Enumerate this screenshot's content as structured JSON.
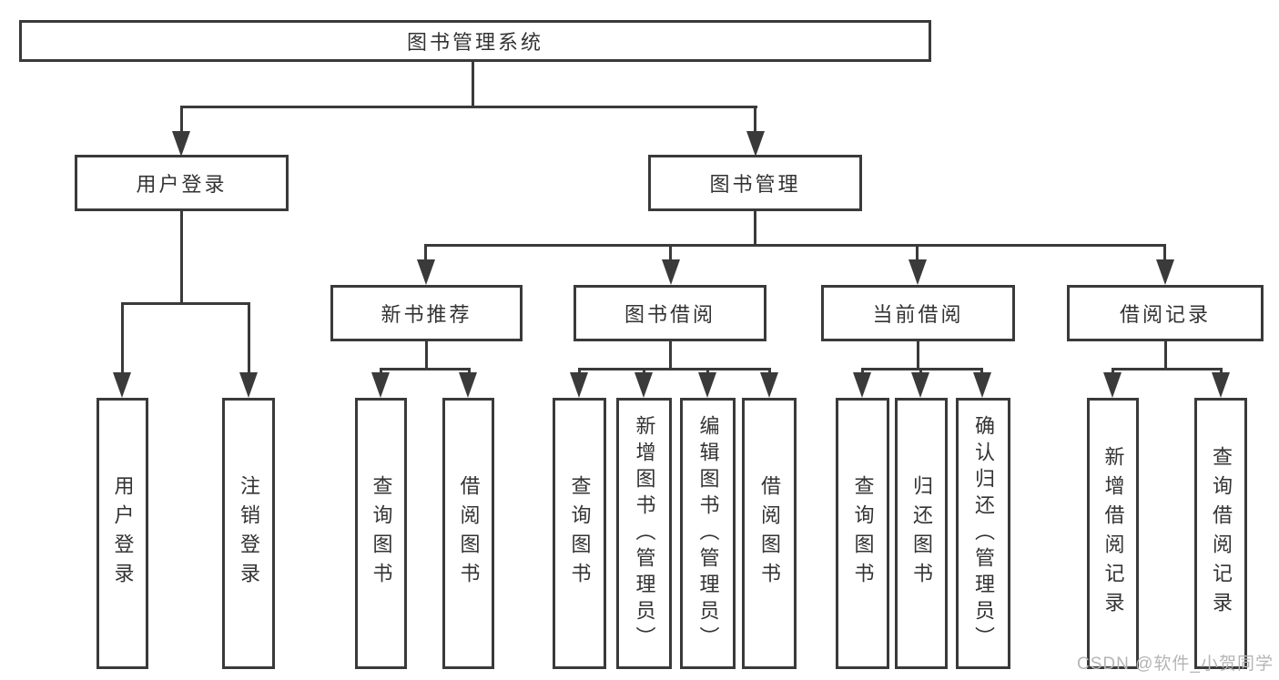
{
  "root": {
    "label": "图书管理系统"
  },
  "level2": [
    {
      "label": "用户登录"
    },
    {
      "label": "图书管理"
    }
  ],
  "level3": [
    {
      "label": "新书推荐",
      "parent": "图书管理"
    },
    {
      "label": "图书借阅",
      "parent": "图书管理"
    },
    {
      "label": "当前借阅",
      "parent": "图书管理"
    },
    {
      "label": "借阅记录",
      "parent": "图书管理"
    }
  ],
  "leaves": [
    {
      "label": "用户登录",
      "parent": "用户登录"
    },
    {
      "label": "注销登录",
      "parent": "用户登录"
    },
    {
      "label": "查询图书",
      "parent": "新书推荐"
    },
    {
      "label": "借阅图书",
      "parent": "新书推荐"
    },
    {
      "label": "查询图书",
      "parent": "图书借阅"
    },
    {
      "label": "新增图书（管理员）",
      "parent": "图书借阅"
    },
    {
      "label": "编辑图书（管理员）",
      "parent": "图书借阅"
    },
    {
      "label": "借阅图书",
      "parent": "图书借阅"
    },
    {
      "label": "查询图书",
      "parent": "当前借阅"
    },
    {
      "label": "归还图书",
      "parent": "当前借阅"
    },
    {
      "label": "确认归还（管理员）",
      "parent": "当前借阅"
    },
    {
      "label": "新增借阅记录",
      "parent": "借阅记录"
    },
    {
      "label": "查询借阅记录",
      "parent": "借阅记录"
    }
  ],
  "watermark": "CSDN @软件_小贺同学",
  "colors": {
    "line": "#3a3a3a",
    "text": "#333333",
    "watermark": "#b5b5b5",
    "background": "#ffffff"
  }
}
